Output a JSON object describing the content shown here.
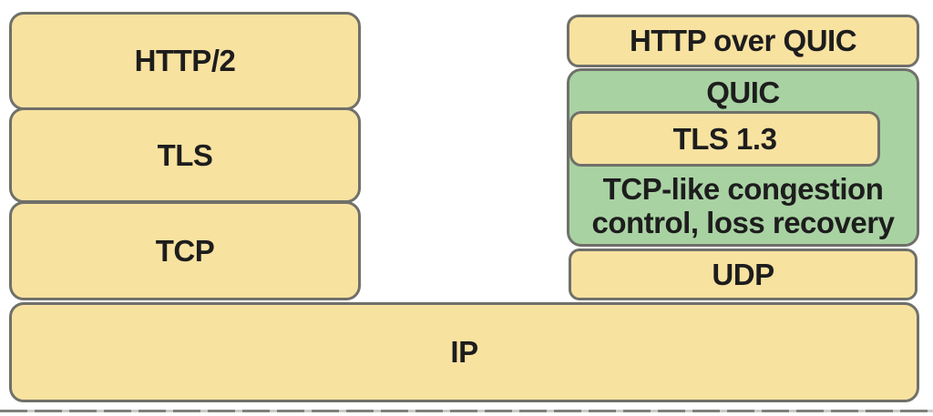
{
  "diagram": {
    "title_semantics": "HTTP/2 over TCP stack vs HTTP over QUIC stack",
    "left_stack": {
      "http2": "HTTP/2",
      "tls": "TLS",
      "tcp": "TCP"
    },
    "right_stack": {
      "http_over_quic": "HTTP over QUIC",
      "quic": "QUIC",
      "tls13": "TLS 1.3",
      "congestion_line1": "TCP-like congestion",
      "congestion_line2": "control, loss recovery",
      "udp": "UDP"
    },
    "base": {
      "ip": "IP"
    },
    "colors": {
      "box_yellow": "#f8e2a0",
      "box_green": "#a9d2a3",
      "border_gray": "#70706a",
      "text": "#1d1d1d",
      "background": "#ffffff"
    }
  }
}
